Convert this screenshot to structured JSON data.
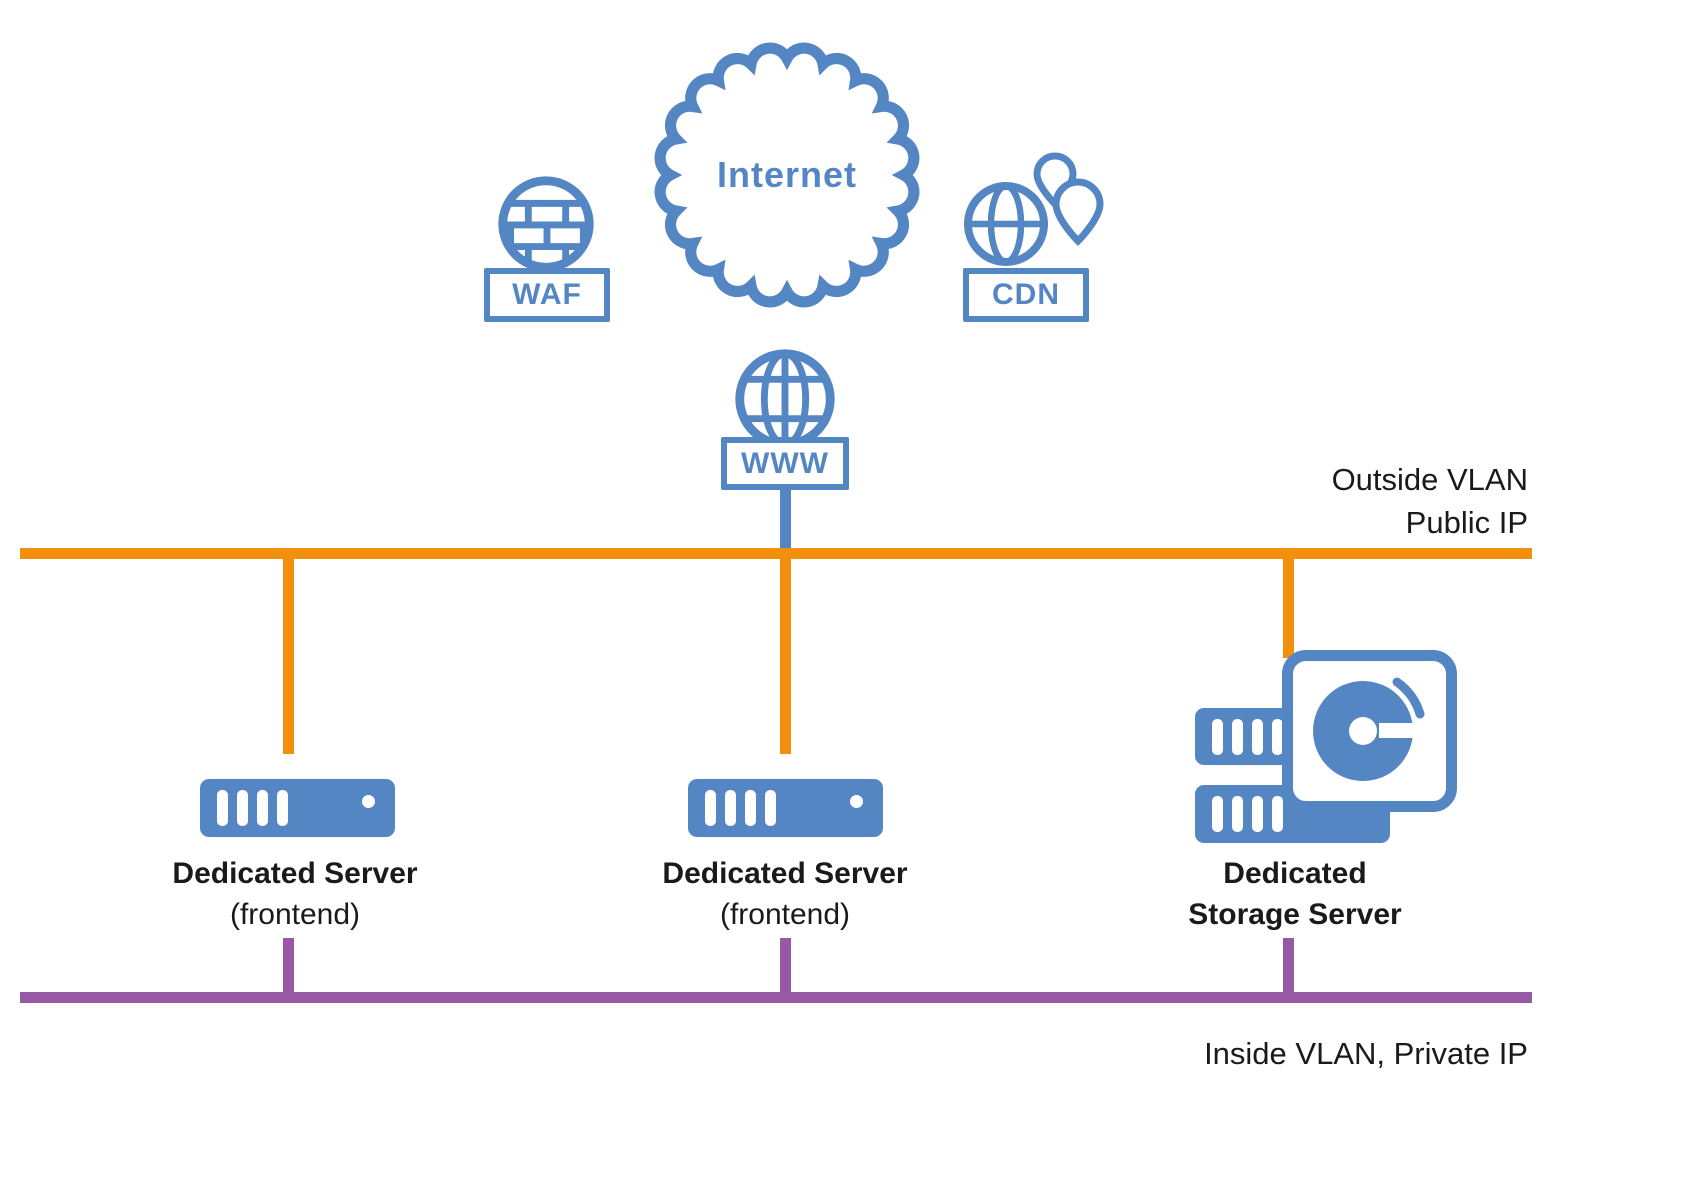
{
  "colors": {
    "blue": "#5586C4",
    "orange": "#F28F0C",
    "purple": "#9859A4",
    "ink": "#1A1A1A"
  },
  "internet": {
    "label": "Internet"
  },
  "waf": {
    "label": "WAF"
  },
  "cdn": {
    "label": "CDN"
  },
  "www": {
    "label": "WWW"
  },
  "outside_vlan": {
    "line1": "Outside VLAN",
    "line2": "Public IP"
  },
  "inside_vlan": {
    "label": "Inside VLAN, Private IP"
  },
  "servers": [
    {
      "line1": "Dedicated Server",
      "line2": "(frontend)"
    },
    {
      "line1": "Dedicated Server",
      "line2": "(frontend)"
    },
    {
      "line1": "Dedicated",
      "line2": "Storage Server"
    }
  ],
  "icons": {
    "internet": "scalloped-cloud-circle",
    "waf": "globe-with-firewall-bricks",
    "cdn": "globe-with-location-pins",
    "www": "wireframe-globe",
    "server": "rack-server-unit",
    "storage": "disk-drive-with-rack"
  }
}
